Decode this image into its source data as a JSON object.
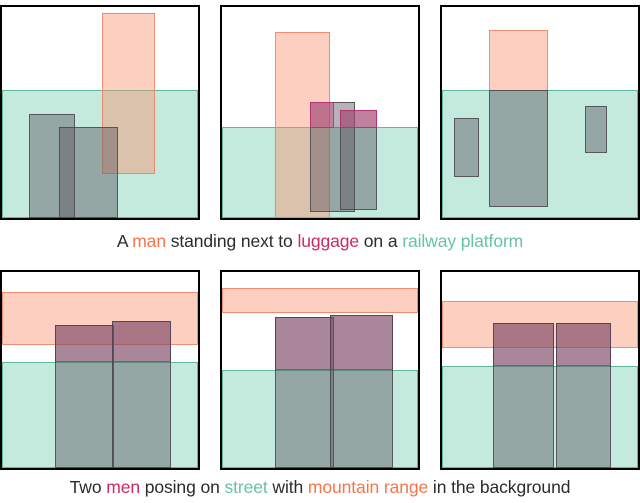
{
  "figure": {
    "title_visible": false,
    "rows": [
      {
        "name": "row-1",
        "caption": {
          "tokens": [
            {
              "text": "A ",
              "color_role": "plain"
            },
            {
              "text": "man",
              "color_role": "salmon"
            },
            {
              "text": " standing next to ",
              "color_role": "plain"
            },
            {
              "text": "luggage",
              "color_role": "magenta"
            },
            {
              "text": " on a ",
              "color_role": "plain"
            },
            {
              "text": "railway platform",
              "color_role": "teal"
            }
          ],
          "plain_text": "A man standing next to luggage on a railway platform"
        },
        "panels": [
          {
            "name": "panel-1-1",
            "boxes": [
              {
                "label": "railway platform",
                "color_role": "teal",
                "x": 0,
                "y": 39.5,
                "w": 100,
                "h": 60.5
              },
              {
                "label": "man",
                "color_role": "salmon",
                "x": 51,
                "y": 3,
                "w": 27,
                "h": 76
              },
              {
                "label": "luggage",
                "color_role": "gray",
                "x": 14,
                "y": 50.5,
                "w": 23.5,
                "h": 49.5
              },
              {
                "label": "luggage",
                "color_role": "gray",
                "x": 29,
                "y": 57,
                "w": 30,
                "h": 43
              }
            ]
          },
          {
            "name": "panel-1-2",
            "boxes": [
              {
                "label": "railway platform",
                "color_role": "teal",
                "x": 0,
                "y": 57,
                "w": 100,
                "h": 43
              },
              {
                "label": "man",
                "color_role": "salmon",
                "x": 27,
                "y": 12,
                "w": 28,
                "h": 88
              },
              {
                "label": "luggage",
                "color_role": "gray",
                "x": 45,
                "y": 45,
                "w": 23,
                "h": 52
              },
              {
                "label": "luggage",
                "color_role": "magenta",
                "x": 45,
                "y": 45,
                "w": 12,
                "h": 12.5
              },
              {
                "label": "luggage",
                "color_role": "gray",
                "x": 60,
                "y": 49,
                "w": 19,
                "h": 47
              },
              {
                "label": "luggage",
                "color_role": "magenta",
                "x": 60,
                "y": 49,
                "w": 19,
                "h": 8.5
              }
            ]
          },
          {
            "name": "panel-1-3",
            "boxes": [
              {
                "label": "railway platform",
                "color_role": "teal",
                "x": 0,
                "y": 39.5,
                "w": 100,
                "h": 60.5
              },
              {
                "label": "man",
                "color_role": "salmon",
                "x": 24,
                "y": 11,
                "w": 30,
                "h": 29
              },
              {
                "label": "man",
                "color_role": "gray",
                "x": 24,
                "y": 39.5,
                "w": 30,
                "h": 55.5
              },
              {
                "label": "luggage",
                "color_role": "gray",
                "x": 6,
                "y": 52.5,
                "w": 13,
                "h": 28
              },
              {
                "label": "luggage",
                "color_role": "gray",
                "x": 73,
                "y": 47,
                "w": 11,
                "h": 22
              }
            ]
          }
        ]
      },
      {
        "name": "row-2",
        "caption": {
          "tokens": [
            {
              "text": "Two ",
              "color_role": "plain"
            },
            {
              "text": "men",
              "color_role": "magenta"
            },
            {
              "text": " posing on ",
              "color_role": "plain"
            },
            {
              "text": "street",
              "color_role": "teal"
            },
            {
              "text": " with ",
              "color_role": "plain"
            },
            {
              "text": "mountain range",
              "color_role": "salmon"
            },
            {
              "text": " in the background",
              "color_role": "plain"
            }
          ],
          "plain_text": "Two men posing on street with mountain range in the background"
        },
        "panels": [
          {
            "name": "panel-2-1",
            "boxes": [
              {
                "label": "mountain range",
                "color_role": "salmon",
                "x": 0,
                "y": 10,
                "w": 100,
                "h": 27
              },
              {
                "label": "street",
                "color_role": "teal",
                "x": 0,
                "y": 46,
                "w": 100,
                "h": 54
              },
              {
                "label": "men",
                "color_role": "magenta",
                "x": 27,
                "y": 27,
                "w": 30,
                "h": 19
              },
              {
                "label": "men",
                "color_role": "gray",
                "x": 27,
                "y": 27,
                "w": 30,
                "h": 73
              },
              {
                "label": "men",
                "color_role": "magenta",
                "x": 56,
                "y": 25,
                "w": 30,
                "h": 21
              },
              {
                "label": "men",
                "color_role": "gray",
                "x": 56,
                "y": 25,
                "w": 30,
                "h": 75
              }
            ]
          },
          {
            "name": "panel-2-2",
            "boxes": [
              {
                "label": "mountain range",
                "color_role": "salmon",
                "x": 0,
                "y": 8,
                "w": 100,
                "h": 13
              },
              {
                "label": "street",
                "color_role": "teal",
                "x": 0,
                "y": 50,
                "w": 100,
                "h": 50
              },
              {
                "label": "men",
                "color_role": "magenta",
                "x": 27,
                "y": 23,
                "w": 30,
                "h": 27
              },
              {
                "label": "men",
                "color_role": "gray",
                "x": 27,
                "y": 23,
                "w": 30,
                "h": 77
              },
              {
                "label": "men",
                "color_role": "magenta",
                "x": 55,
                "y": 22,
                "w": 32,
                "h": 28
              },
              {
                "label": "men",
                "color_role": "gray",
                "x": 55,
                "y": 22,
                "w": 32,
                "h": 78
              }
            ]
          },
          {
            "name": "panel-2-3",
            "boxes": [
              {
                "label": "mountain range",
                "color_role": "salmon",
                "x": 0,
                "y": 15,
                "w": 100,
                "h": 24
              },
              {
                "label": "street",
                "color_role": "teal",
                "x": 0,
                "y": 48,
                "w": 100,
                "h": 52
              },
              {
                "label": "men",
                "color_role": "magenta",
                "x": 26,
                "y": 26,
                "w": 31,
                "h": 22
              },
              {
                "label": "men",
                "color_role": "gray",
                "x": 26,
                "y": 26,
                "w": 31,
                "h": 74
              },
              {
                "label": "men",
                "color_role": "magenta",
                "x": 58,
                "y": 26,
                "w": 28,
                "h": 22
              },
              {
                "label": "men",
                "color_role": "gray",
                "x": 58,
                "y": 26,
                "w": 28,
                "h": 74
              }
            ]
          }
        ]
      }
    ]
  },
  "colors": {
    "plain": "#2b2b2b",
    "salmon": "#f4764a",
    "magenta": "#cc2a63",
    "teal": "#66c4a6",
    "box_teal": "#c3e8dc",
    "box_salmon": "#f9c6b2",
    "box_gray": "#a8a5ad",
    "box_magenta": "#dd9bbb",
    "panel_border": "#000000",
    "background": "#ffffff"
  }
}
